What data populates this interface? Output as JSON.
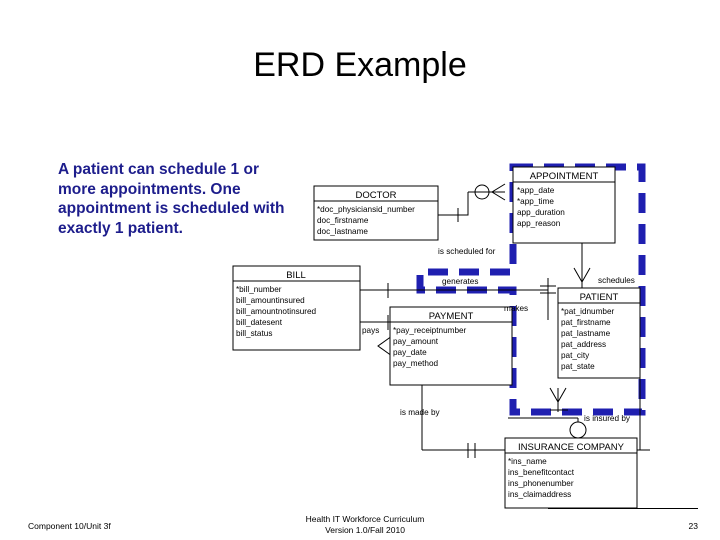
{
  "slide": {
    "title": "ERD Example",
    "body_text": "A patient can schedule 1 or more appointments. One appointment is scheduled with exactly 1 patient.",
    "accent_color": "#1d1d8c",
    "highlight_color": "#1f1fb0"
  },
  "footer": {
    "left": "Component 10/Unit 3f",
    "center_line1": "Health IT Workforce Curriculum",
    "center_line2": "Version 1.0/Fall 2010",
    "page": "23"
  },
  "diagram": {
    "type": "erd",
    "notation": "crow's foot",
    "entities": [
      {
        "id": "doctor",
        "name": "DOCTOR",
        "attributes": [
          "*doc_physiciansid_number",
          "doc_firstname",
          "doc_lastname"
        ]
      },
      {
        "id": "appointment",
        "name": "APPOINTMENT",
        "attributes": [
          "*app_date",
          "*app_time",
          "app_duration",
          "app_reason"
        ],
        "highlighted": true
      },
      {
        "id": "bill",
        "name": "BILL",
        "attributes": [
          "*bill_number",
          "bill_amountinsured",
          "bill_amountnotinsured",
          "bill_datesent",
          "bill_status"
        ]
      },
      {
        "id": "payment",
        "name": "PAYMENT",
        "attributes": [
          "*pay_receiptnumber",
          "pay_amount",
          "pay_date",
          "pay_method"
        ]
      },
      {
        "id": "patient",
        "name": "PATIENT",
        "attributes": [
          "*pat_idnumber",
          "pat_firstname",
          "pat_lastname",
          "pat_address",
          "pat_city",
          "pat_state"
        ],
        "highlighted": true
      },
      {
        "id": "insurance_company",
        "name": "INSURANCE COMPANY",
        "attributes": [
          "*ins_name",
          "ins_benefitcontact",
          "ins_phonenumber",
          "ins_claimaddress"
        ]
      }
    ],
    "relationships": [
      {
        "id": "r1",
        "label": "is scheduled for",
        "from": "doctor",
        "to": "appointment"
      },
      {
        "id": "r2",
        "label": "schedules",
        "from": "patient",
        "to": "appointment"
      },
      {
        "id": "r3",
        "label": "generates",
        "from": "bill",
        "to": "patient"
      },
      {
        "id": "r4",
        "label": "pays",
        "from": "bill",
        "to": "payment"
      },
      {
        "id": "r5",
        "label": "makes",
        "from": "patient",
        "to": "payment"
      },
      {
        "id": "r6",
        "label": "is made by",
        "from": "payment",
        "to": "insurance_company"
      },
      {
        "id": "r7",
        "label": "is insured by",
        "from": "patient",
        "to": "insurance_company"
      }
    ]
  }
}
